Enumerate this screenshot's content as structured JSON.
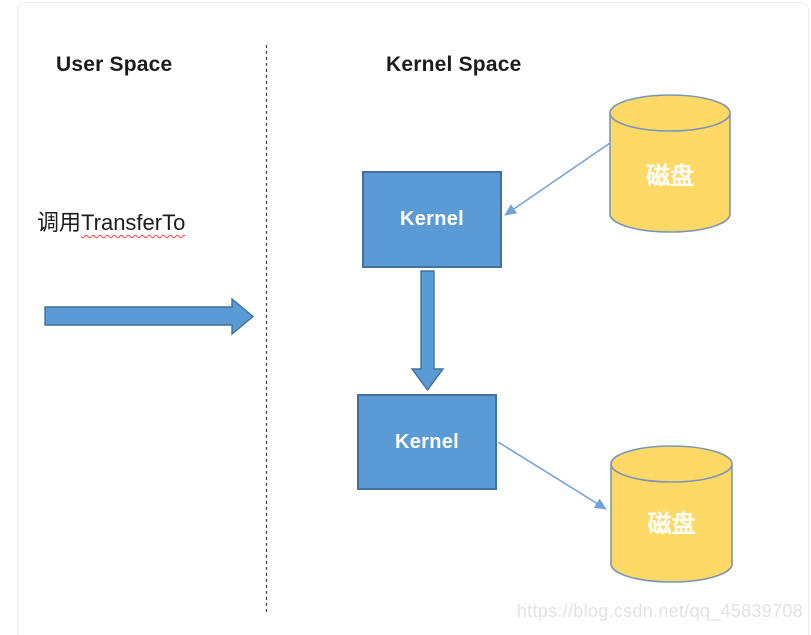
{
  "titles": {
    "left": "User Space",
    "right": "Kernel Space"
  },
  "user_space": {
    "call_prefix": "调用",
    "call_method": "TransferTo"
  },
  "kernel_space": {
    "kernel_box_top_label": "Kernel",
    "kernel_box_bottom_label": "Kernel",
    "disk_top_label": "磁盘",
    "disk_bottom_label": "磁盘"
  },
  "watermark": "https://blog.csdn.net/qq_45839708",
  "colors": {
    "node_fill": "#5b9bd5",
    "node_border": "#41719c",
    "disk_fill": "#ffd966",
    "disk_border": "#7b96b5",
    "connector": "#74a3db",
    "divider": "#3f3f3f",
    "text": "#1c1c1c",
    "squiggle": "#ff4040",
    "watermark": "#e2e2e2",
    "card_border": "#ececec"
  }
}
